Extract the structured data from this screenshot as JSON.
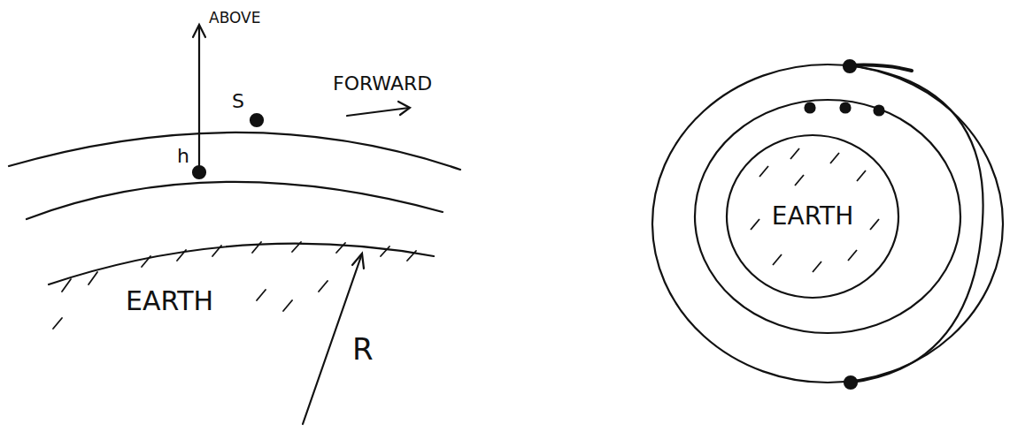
{
  "diagram": {
    "nodes": [
      {
        "text": [
          "EARTH"
        ]
      }
    ],
    "labels": [
      "ABOVE",
      "FORWARD",
      "S",
      "h",
      "EARTH",
      "R"
    ]
  }
}
